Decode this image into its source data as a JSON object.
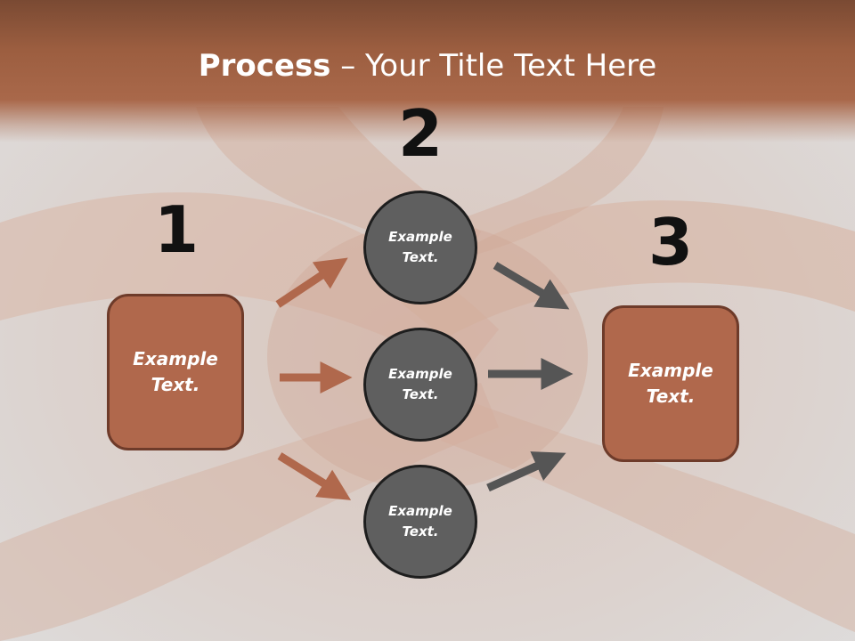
{
  "slide": {
    "title_bold": "Process",
    "title_rest": " – Your Title Text Here",
    "numbers": [
      "1",
      "2",
      "3"
    ],
    "left_box": "Example Text.",
    "right_box": "Example Text.",
    "circles": [
      "Example Text.",
      "Example Text.",
      "Example Text."
    ]
  },
  "colors": {
    "accent_brown": "#b0684c",
    "circle_gray": "#5f5f5f",
    "arrow_brown": "#b0684c",
    "arrow_gray": "#555555"
  }
}
